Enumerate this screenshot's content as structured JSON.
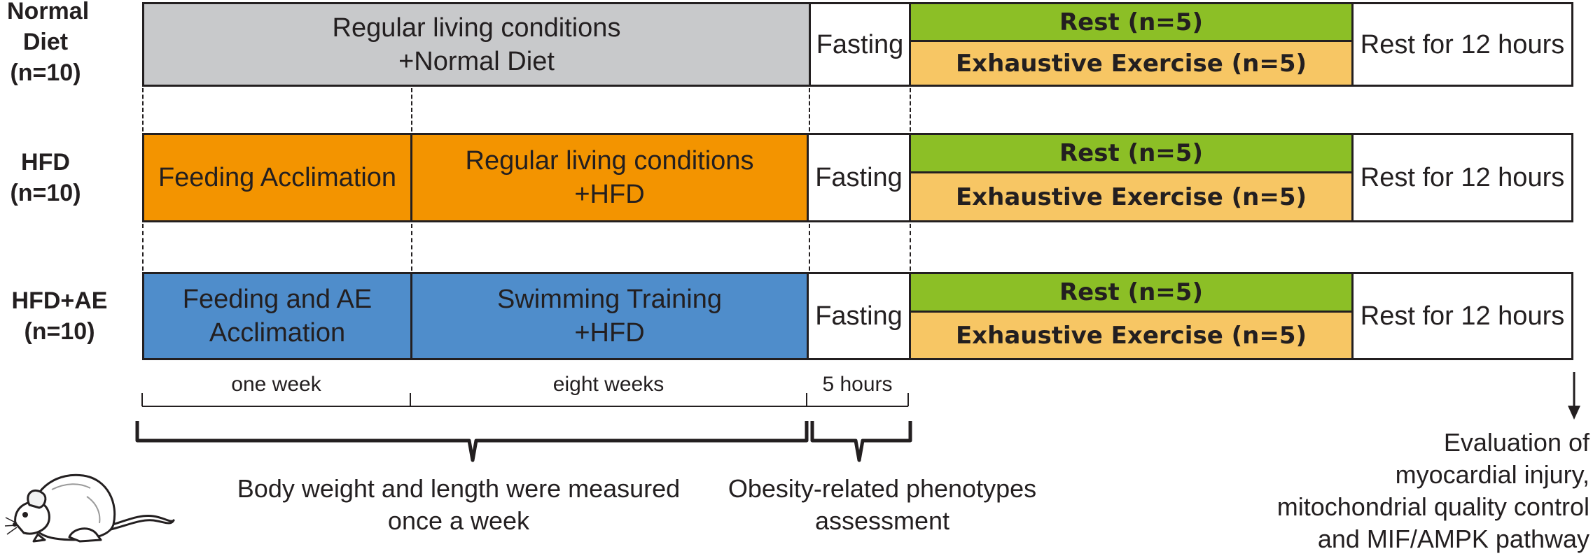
{
  "colors": {
    "gray": "#c8c9cb",
    "orange": "#f39400",
    "blue": "#4f8dcb",
    "green": "#8cbf26",
    "yellow": "#f7c664",
    "white": "#ffffff",
    "ink": "#231f20"
  },
  "rows": [
    {
      "label": "Normal\nDiet\n(n=10)",
      "phase1": "Regular living conditions\n+Normal Diet",
      "fasting": "Fasting",
      "rest": "Rest (n=5)",
      "exercise": "Exhaustive Exercise (n=5)",
      "after": "Rest for 12 hours"
    },
    {
      "label": "HFD\n(n=10)",
      "phase1": "Feeding Acclimation",
      "phase2": "Regular living conditions\n+HFD",
      "fasting": "Fasting",
      "rest": "Rest (n=5)",
      "exercise": "Exhaustive Exercise (n=5)",
      "after": "Rest for 12 hours"
    },
    {
      "label": "HFD+AE\n(n=10)",
      "phase1": "Feeding and AE\nAcclimation",
      "phase2": "Swimming Training\n+HFD",
      "fasting": "Fasting",
      "rest": "Rest (n=5)",
      "exercise": "Exhaustive Exercise (n=5)",
      "after": "Rest for 12 hours"
    }
  ],
  "timeline": {
    "week1": "one week",
    "weeks8": "eight weeks",
    "hours5": "5 hours"
  },
  "notes": {
    "measure": "Body weight and length were measured\nonce a week",
    "phenotype": "Obesity-related phenotypes\nassessment",
    "evaluation": "Evaluation of\nmyocardial injury,\nmitochondrial quality control\nand MIF/AMPK pathway"
  },
  "icons": [
    "mouse-icon",
    "down-arrow-icon"
  ]
}
